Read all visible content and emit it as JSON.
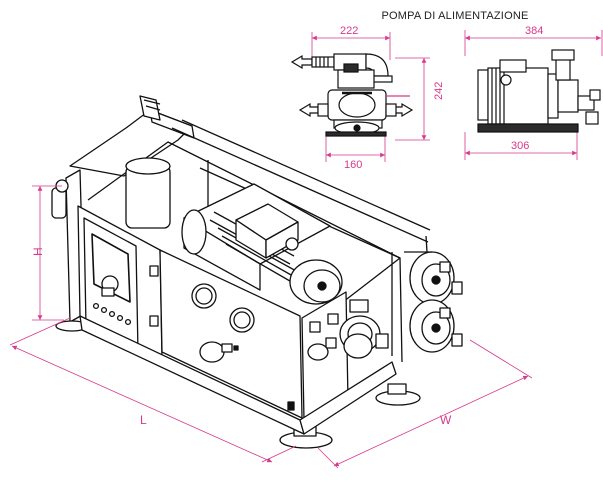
{
  "heading": "POMPA DI ALIMENTAZIONE",
  "colors": {
    "dimension": "#d63a8c",
    "line": "#111111",
    "fill_dark": "#2b2b2b"
  },
  "pump_front_view": {
    "width_label": "222",
    "height_label": "242",
    "base_width_label": "160"
  },
  "pump_side_view": {
    "total_length_label": "384",
    "base_length_label": "306"
  },
  "main_unit": {
    "height_label": "H",
    "length_label": "L",
    "width_label": "W"
  }
}
